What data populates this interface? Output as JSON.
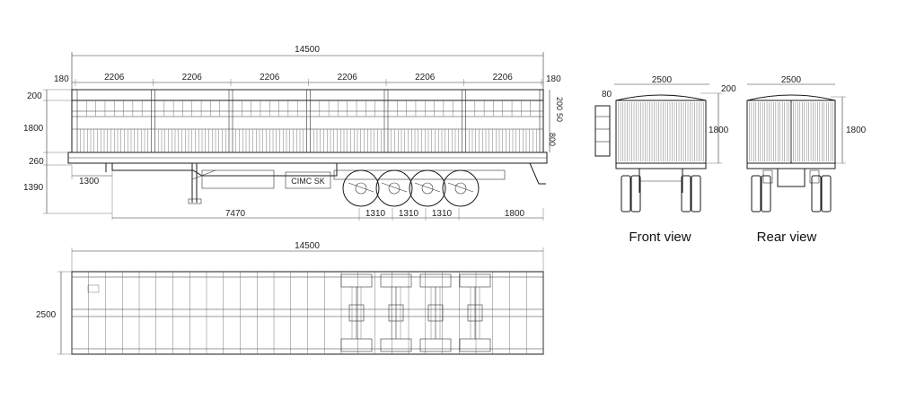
{
  "side_view": {
    "overall_length": "14500",
    "bay_width": "2206",
    "bay_count": 6,
    "front_overhang": "180",
    "rear_overhang": "180",
    "top_rail": "200",
    "sidewall_height": "1800",
    "floor_height": "260",
    "kingpin_height": "1390",
    "kingpin_offset": "1300",
    "kingpin_to_axle": "7470",
    "axle_spacing_1": "1310",
    "axle_spacing_2": "1310",
    "axle_spacing_3": "1310",
    "rear_overhang_axle": "1800",
    "vertical_small_a": "200",
    "vertical_small_b": "50",
    "vertical_small_c": "800",
    "plate_text": "CIMC SK"
  },
  "top_view": {
    "overall_length": "14500",
    "width": "2500"
  },
  "front_view": {
    "caption": "Front view",
    "width": "2500",
    "offset_left": "80",
    "offset_right": "200",
    "height": "1800"
  },
  "rear_view": {
    "caption": "Rear view",
    "width": "2500",
    "height": "1800"
  },
  "colors": {
    "line": "#1a1a1a",
    "background": "#ffffff"
  }
}
